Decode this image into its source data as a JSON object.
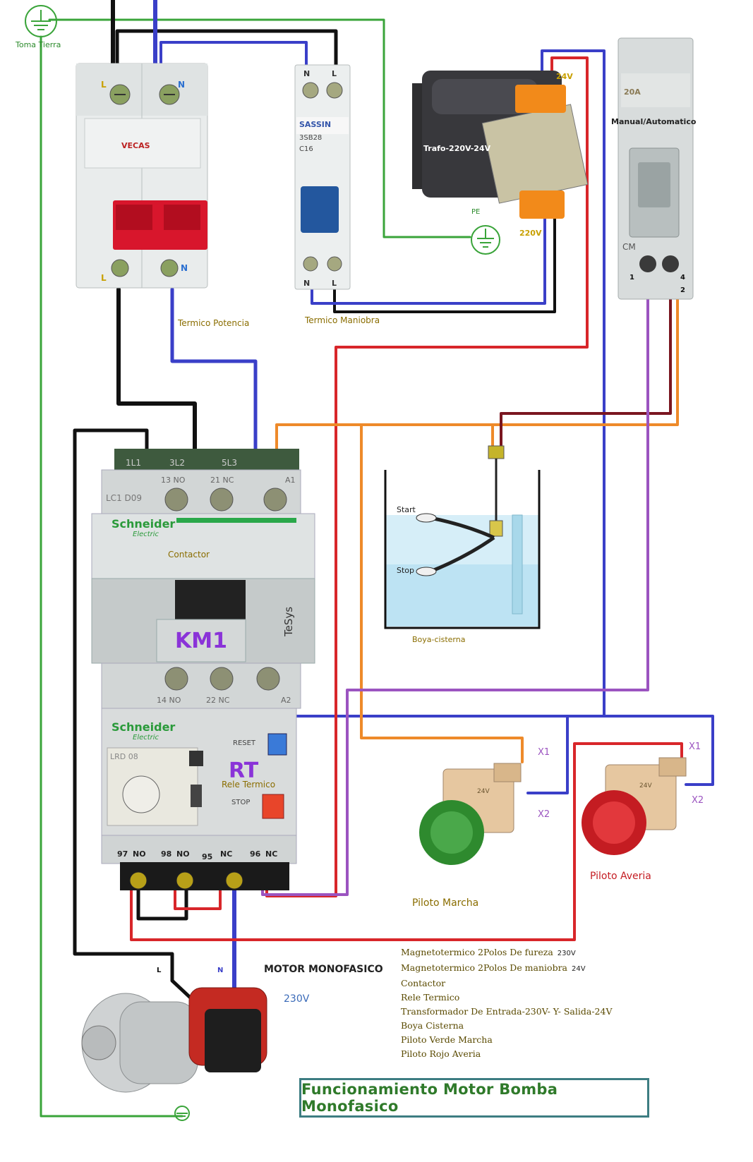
{
  "labels": {
    "ground_top": "Toma Tierra",
    "breaker_power": "Termico Potencia",
    "breaker_control": "Termico Maniobra",
    "trafo": "Trafo-220V-24V",
    "trafo_out": "24V",
    "trafo_in": "220V",
    "trafo_pe": "PE",
    "selector": "Manual/Automatico",
    "selector_t1": "1",
    "selector_t2": "2",
    "selector_t4": "4",
    "selector_cm": "CM",
    "selector_rating": "20A",
    "float_tank": "Boya-cisterna",
    "float_start": "Start",
    "float_stop": "Stop",
    "contactor": "Contactor",
    "contactor_id": "KM1",
    "contactor_model": "LC1 D09",
    "contactor_brand": "Schneider",
    "contactor_sub": "Electric",
    "tesys": "TeSys",
    "relay_id": "RT",
    "relay_name": "Rele Termico",
    "relay_model": "LRD 08",
    "relay_reset": "RESET",
    "relay_stop": "STOP",
    "pilot_run": "Piloto Marcha",
    "pilot_fault": "Piloto Averia",
    "x1": "X1",
    "x2": "X2",
    "lamp_v": "24V",
    "motor": "MOTOR MONOFASICO",
    "motor_v": "230V",
    "motor_l": "L",
    "motor_n": "N",
    "term_L": "L",
    "term_N": "N",
    "mcb1_brand": "VECAS",
    "mcb2_brand": "SASSIN",
    "mcb2_model": "3SB28",
    "mcb2_rating": "C16",
    "contact_top": [
      "1L1",
      "3L2",
      "5L3",
      "13 NO",
      "21 NC",
      "A1"
    ],
    "contact_bottom": [
      "14 NO",
      "22 NC",
      "A2"
    ],
    "relay_terms": [
      "97",
      "NO",
      "98",
      "NO",
      "95",
      "NC",
      "96",
      "NC"
    ]
  },
  "legend": {
    "title": "Funcionamiento Motor Bomba Monofasico",
    "items": [
      {
        "text": "Magnetotermico 2Polos De fureza",
        "voltage": "230V"
      },
      {
        "text": "Magnetotermico 2Polos De maniobra",
        "voltage": "24V"
      },
      {
        "text": "Contactor",
        "voltage": ""
      },
      {
        "text": "Rele Termico",
        "voltage": ""
      },
      {
        "text": "Transformador De Entrada-230V- Y- Salida-24V",
        "voltage": ""
      },
      {
        "text": "Boya Cisterna",
        "voltage": ""
      },
      {
        "text": "Piloto Verde Marcha",
        "voltage": ""
      },
      {
        "text": "Piloto Rojo Averia",
        "voltage": ""
      }
    ]
  },
  "colors": {
    "phase": "#111111",
    "neutral": "#3a3fc8",
    "control": "#d8262a",
    "orange": "#ee8a2a",
    "purple": "#9b54c0",
    "ground": "#3aa43a",
    "darkred": "#7a1620"
  }
}
